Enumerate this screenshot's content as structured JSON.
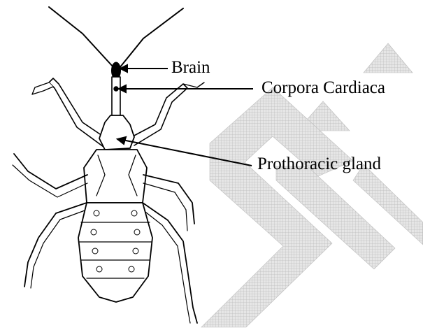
{
  "diagram": {
    "labels": {
      "brain": "Brain",
      "corpora_cardiaca": "Corpora Cardiaca",
      "prothoracic_gland": "Prothoracic gland"
    }
  },
  "colors": {
    "ink": "#000000",
    "watermark_fill": "#c9c9c9",
    "background": "#ffffff"
  }
}
